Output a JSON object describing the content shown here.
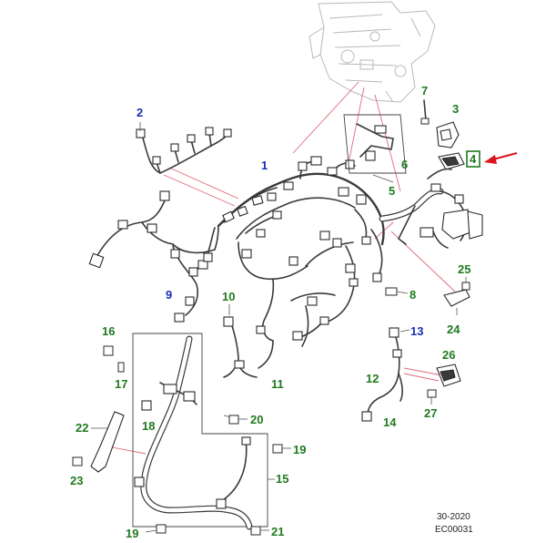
{
  "colors": {
    "callout_green": "#1f7a1f",
    "callout_blue": "#1a2fb3",
    "highlight_arrow": "#d9141b",
    "leader_pink": "#e06a7a"
  },
  "callouts": [
    {
      "label": "1",
      "color": "blue"
    },
    {
      "label": "2",
      "color": "blue"
    },
    {
      "label": "3",
      "color": "green"
    },
    {
      "label": "4",
      "color": "green",
      "highlighted": true
    },
    {
      "label": "5",
      "color": "green"
    },
    {
      "label": "6",
      "color": "green"
    },
    {
      "label": "7",
      "color": "green"
    },
    {
      "label": "8",
      "color": "green"
    },
    {
      "label": "9",
      "color": "blue"
    },
    {
      "label": "10",
      "color": "green"
    },
    {
      "label": "11",
      "color": "green"
    },
    {
      "label": "12",
      "color": "green"
    },
    {
      "label": "13",
      "color": "blue"
    },
    {
      "label": "14",
      "color": "green"
    },
    {
      "label": "15",
      "color": "green"
    },
    {
      "label": "16",
      "color": "green"
    },
    {
      "label": "17",
      "color": "green"
    },
    {
      "label": "18",
      "color": "green"
    },
    {
      "label": "19",
      "color": "green"
    },
    {
      "label": "19",
      "color": "green"
    },
    {
      "label": "20",
      "color": "green"
    },
    {
      "label": "21",
      "color": "green"
    },
    {
      "label": "22",
      "color": "green"
    },
    {
      "label": "23",
      "color": "green"
    },
    {
      "label": "24",
      "color": "green"
    },
    {
      "label": "25",
      "color": "green"
    },
    {
      "label": "26",
      "color": "green"
    },
    {
      "label": "27",
      "color": "green"
    }
  ],
  "reference": {
    "line1": "30-2020",
    "line2": "EC00031"
  }
}
